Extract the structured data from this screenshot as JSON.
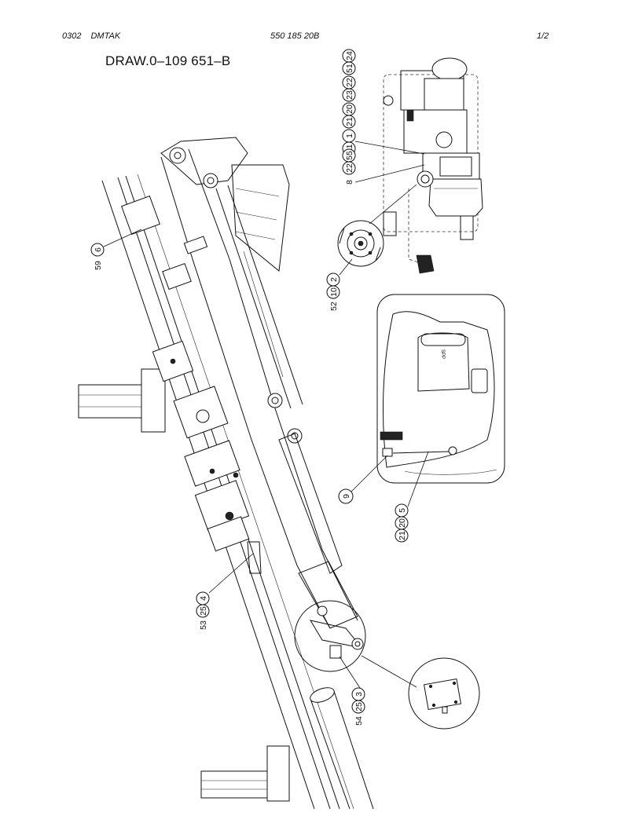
{
  "header": {
    "code": "0302",
    "name": "DMTAK",
    "part_number": "550 185 20B",
    "page": "1/2"
  },
  "drawing_title": "DRAW.0–109 651–B",
  "callouts": {
    "c1": [
      "24",
      "51"
    ],
    "c2": [
      "22",
      "23"
    ],
    "c3": [
      "20",
      "21"
    ],
    "c4": [
      "1",
      "11"
    ],
    "c5": [
      "8",
      "22",
      "55"
    ],
    "c6": [
      "52",
      "10",
      "2"
    ],
    "c7": [
      "59",
      "6"
    ],
    "c8": [
      "9"
    ],
    "c9": [
      "21",
      "20",
      "5"
    ],
    "c10": [
      "53",
      "25",
      "4"
    ],
    "c11": [
      "54",
      "25",
      "3"
    ]
  },
  "labels": {
    "plate_text": "SPP"
  }
}
